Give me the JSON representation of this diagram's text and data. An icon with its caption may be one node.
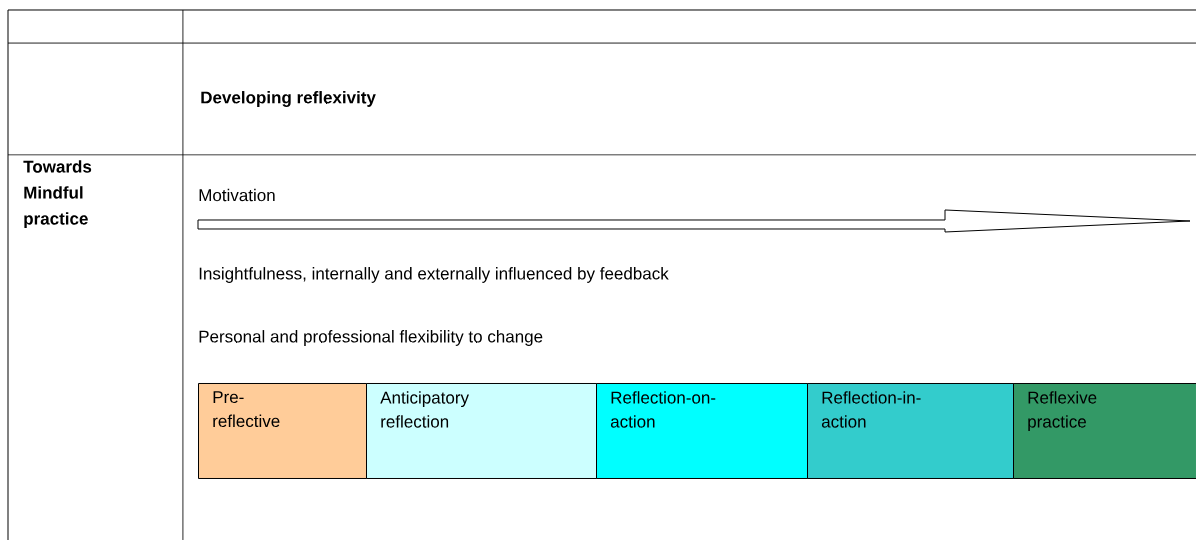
{
  "diagram": {
    "nodes": [
      {
        "text": [
          "Pre-reflective"
        ]
      },
      {
        "text": [
          "Anticipatory reflection"
        ]
      },
      {
        "text": [
          "Reflection-on-action"
        ]
      },
      {
        "text": [
          "Reflection-in-action"
        ]
      },
      {
        "text": [
          "Reflexive practice"
        ]
      }
    ],
    "edges": [],
    "labels": [
      "Developing reflexivity",
      "Towards Mindful practice",
      "Motivation",
      "Insightfulness, internally and externally influenced by feedback",
      "Personal and professional flexibility to change"
    ]
  }
}
